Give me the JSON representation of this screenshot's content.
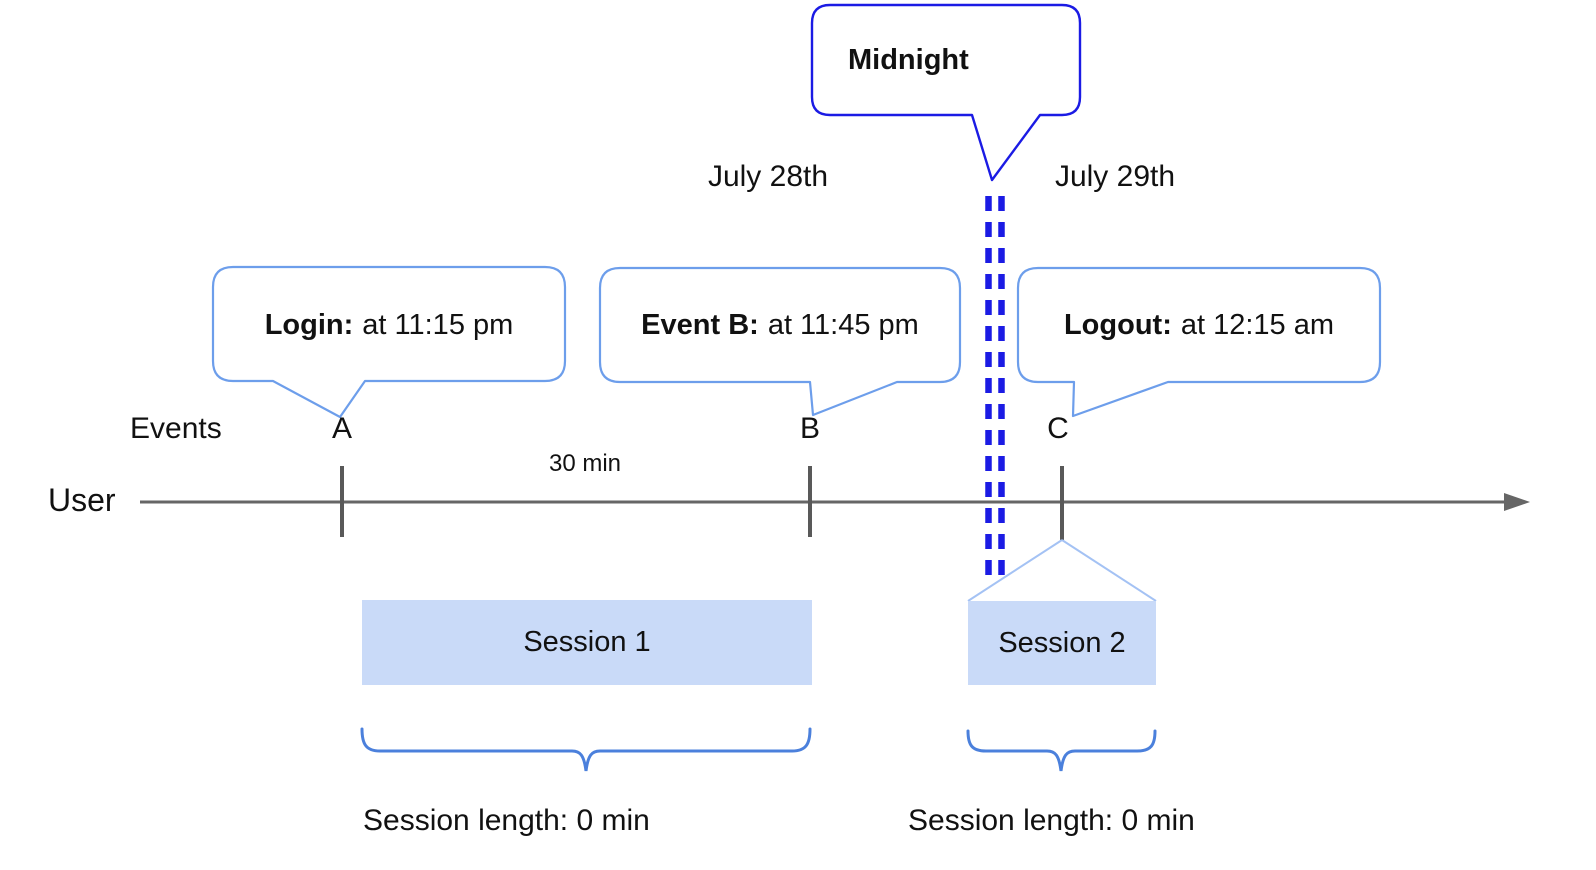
{
  "diagram": {
    "dates": {
      "left": "July 28th",
      "right": "July 29th"
    },
    "midnight": {
      "label": "Midnight"
    },
    "axis": {
      "events_label": "Events",
      "user_label": "User",
      "interval_label": "30 min"
    },
    "events": [
      {
        "id": "A",
        "callout_title": "Login:",
        "callout_detail": "at 11:15 pm"
      },
      {
        "id": "B",
        "callout_title": "Event B:",
        "callout_detail": "at 11:45 pm"
      },
      {
        "id": "C",
        "callout_title": "Logout:",
        "callout_detail": "at 12:15 am"
      }
    ],
    "sessions": [
      {
        "label": "Session 1",
        "length_label": "Session length: 0 min"
      },
      {
        "label": "Session 2",
        "length_label": "Session length: 0 min"
      }
    ],
    "colors": {
      "dark_blue": "#1b1be4",
      "callout_border": "#6d9eeb",
      "session_fill": "#c9daf8",
      "connector": "#a4c2f4",
      "brace": "#4b80dc",
      "axis_gray": "#666666"
    }
  }
}
